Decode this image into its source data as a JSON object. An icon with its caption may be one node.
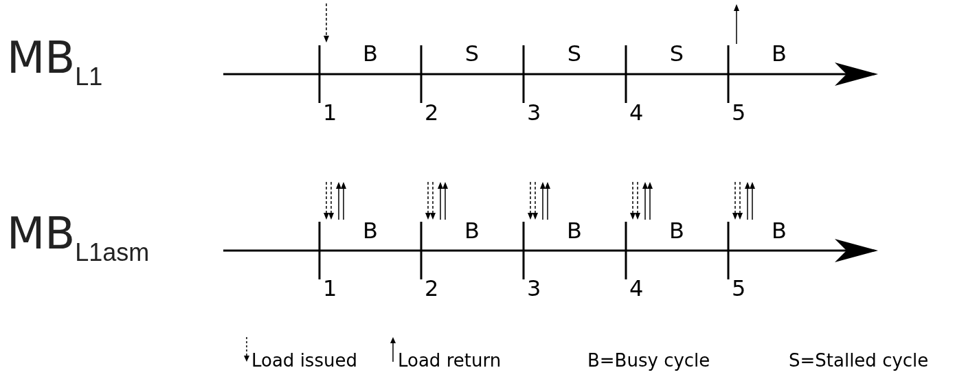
{
  "diagram": {
    "labels": [
      "MB$_{L1}$",
      "B",
      "S",
      "S",
      "S",
      "B",
      "1",
      "2",
      "3",
      "4",
      "5",
      "MB$_{L1asm}$",
      "B",
      "B",
      "B",
      "B",
      "B",
      "1",
      "2",
      "3",
      "4",
      "5",
      "B=Busy cycle",
      "S=Stalled cycle"
    ],
    "legend": [
      {
        "text": "Load issued"
      },
      {
        "text": "Load return"
      }
    ]
  }
}
